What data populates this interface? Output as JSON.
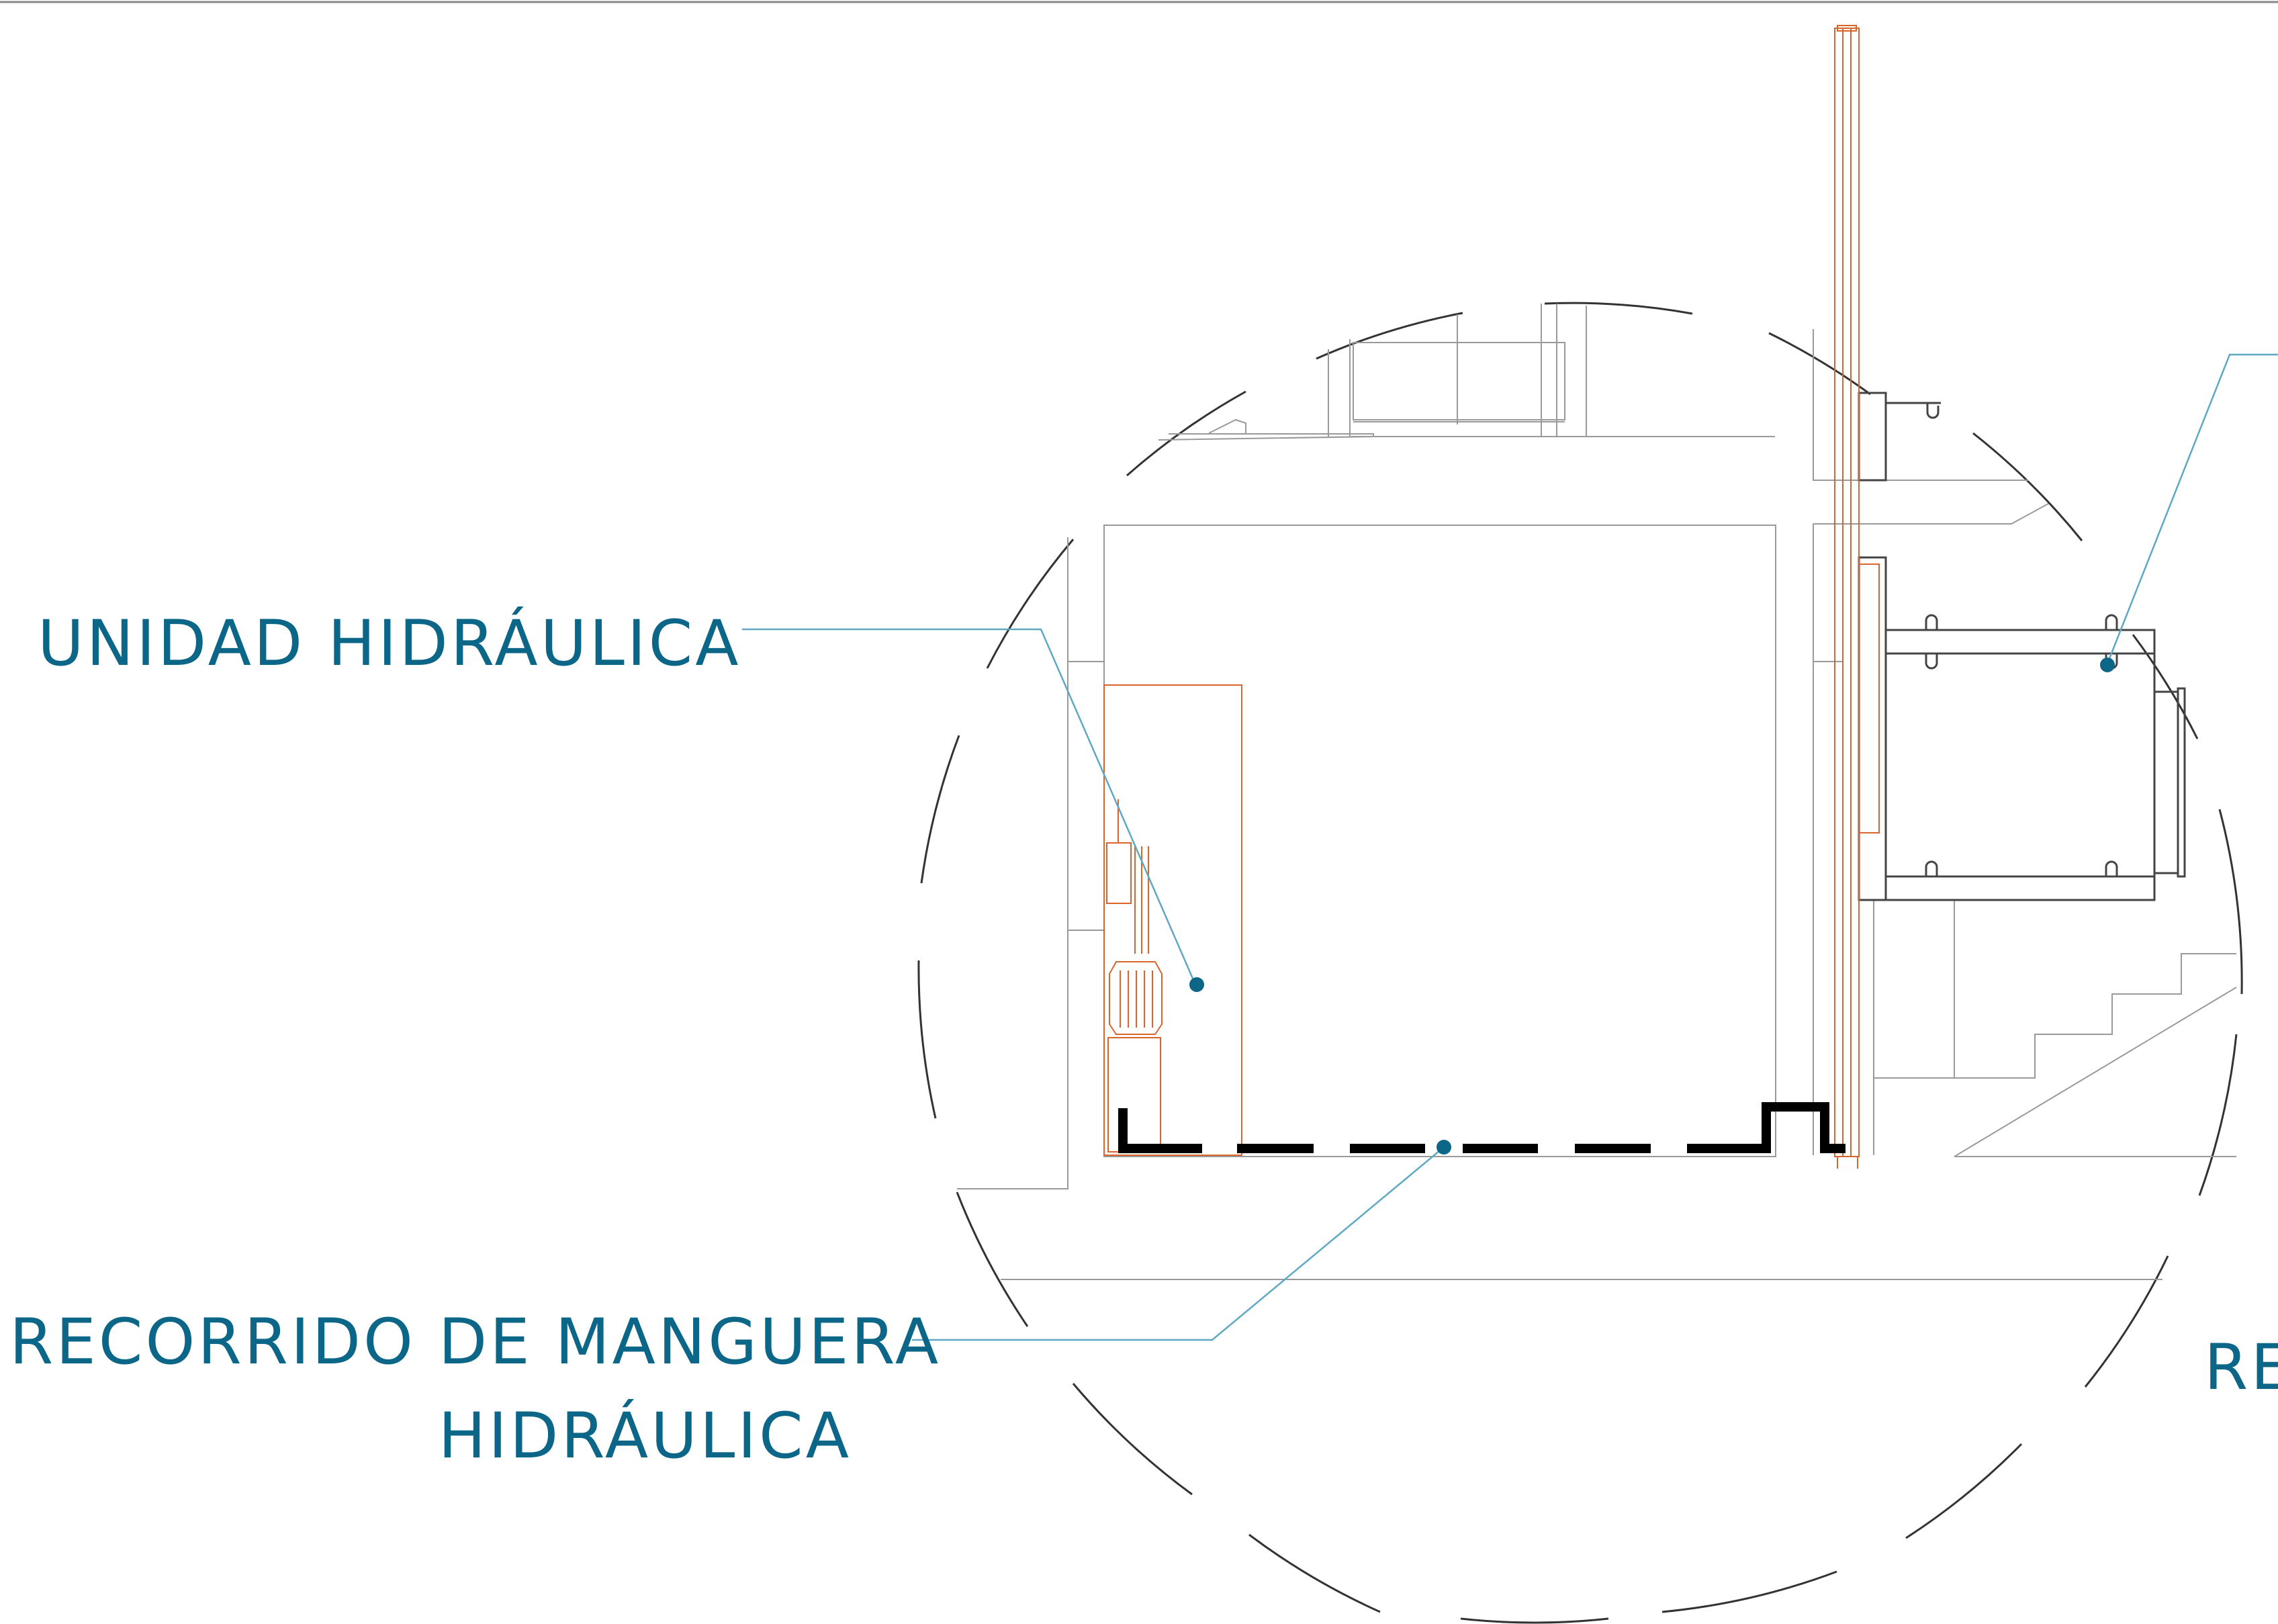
{
  "diagram": {
    "labels": {
      "hydraulic_unit": "UNIDAD HIDRÁULICA",
      "hose_route_line1": "RECORRIDO DE MANGUERA",
      "hose_route_line2": "HIDRÁULICA",
      "cut_off_label": "RE"
    },
    "colors": {
      "label_blue": "#0b6688",
      "leader_line": "#5fa8c4",
      "drawing_grey": "#9a9a9a",
      "drawing_dark": "#444444",
      "equipment_orange": "#d9652b",
      "hose_black": "#000000"
    }
  }
}
